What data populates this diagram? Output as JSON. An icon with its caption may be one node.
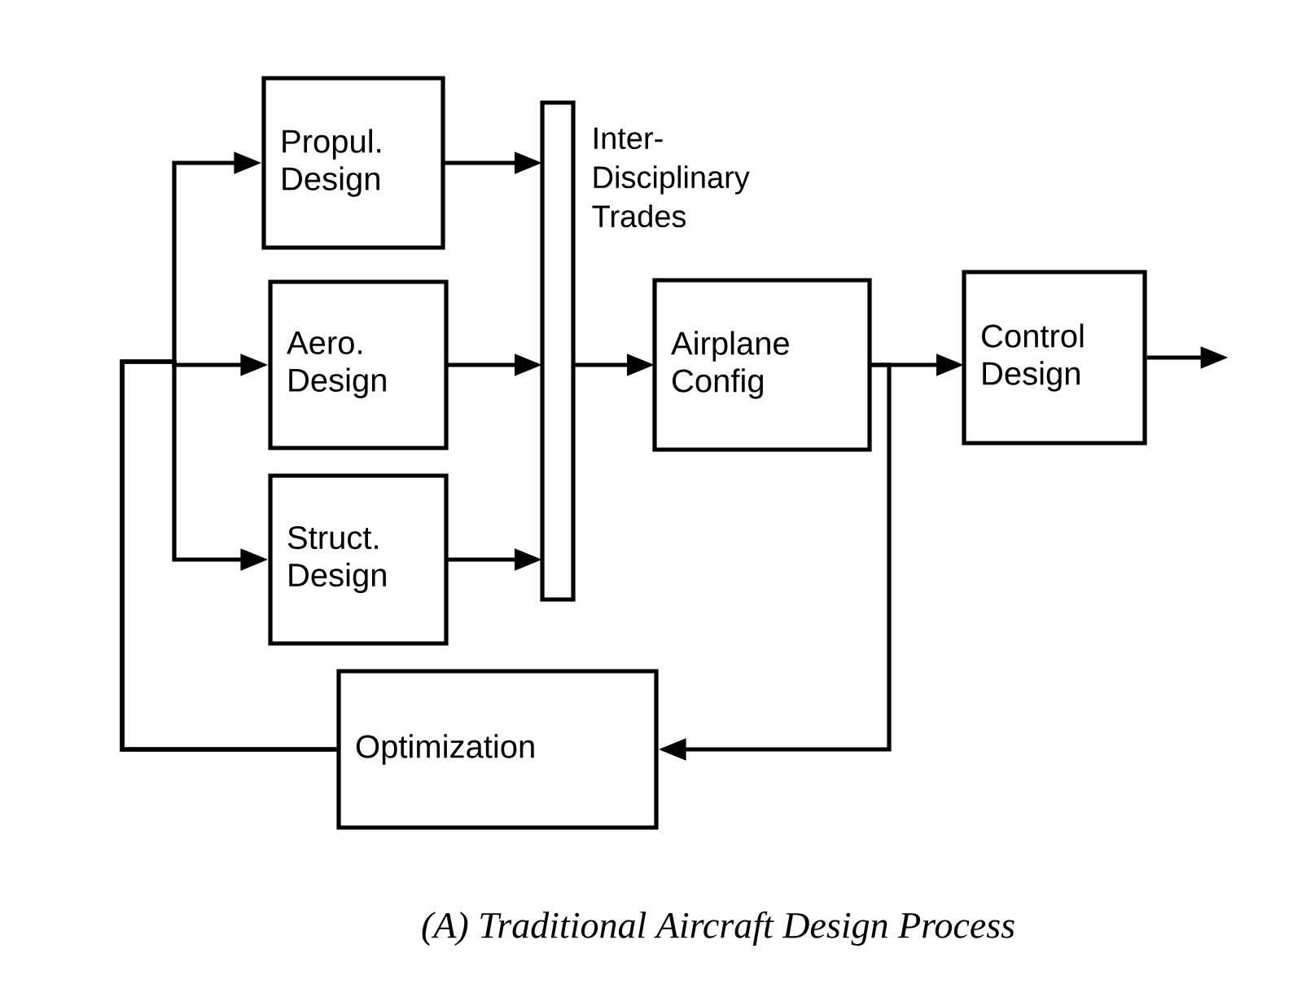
{
  "diagram": {
    "caption": "(A) Traditional Aircraft Design Process",
    "nodes": [
      {
        "text": [
          "Propul. Design"
        ]
      },
      {
        "text": [
          "Aero. Design"
        ]
      },
      {
        "text": [
          "Struct. Design"
        ]
      },
      {
        "text": [],
        "shape": "bar",
        "beside": [
          "Inter- Disciplinary Trades"
        ]
      },
      {
        "text": [
          "Airplane Config"
        ]
      },
      {
        "text": [
          "Control Design"
        ]
      },
      {
        "text": [
          "Optimization"
        ]
      }
    ],
    "edges": [
      {
        "from": 6,
        "to": 0,
        "arrow": "to"
      },
      {
        "from": 6,
        "to": 1,
        "arrow": "to"
      },
      {
        "from": 6,
        "to": 2,
        "arrow": "to"
      },
      {
        "from": 0,
        "to": 3,
        "arrow": "to"
      },
      {
        "from": 1,
        "to": 3,
        "arrow": "to"
      },
      {
        "from": 2,
        "to": 3,
        "arrow": "to"
      },
      {
        "from": 3,
        "to": 4,
        "arrow": "to"
      },
      {
        "from": 4,
        "to": 5,
        "arrow": "to"
      },
      {
        "from": 4,
        "to": 6,
        "arrow": "to"
      },
      {
        "from": 5,
        "to": null,
        "arrow": "to"
      }
    ]
  }
}
